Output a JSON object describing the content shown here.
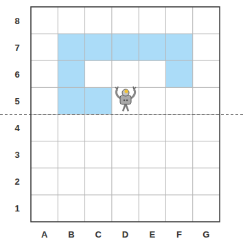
{
  "diagram": {
    "labels": [
      "8",
      "7",
      "6",
      "5",
      "4",
      "3",
      "2",
      "1",
      "A",
      "B",
      "C",
      "D",
      "E",
      "F",
      "G"
    ]
  }
}
